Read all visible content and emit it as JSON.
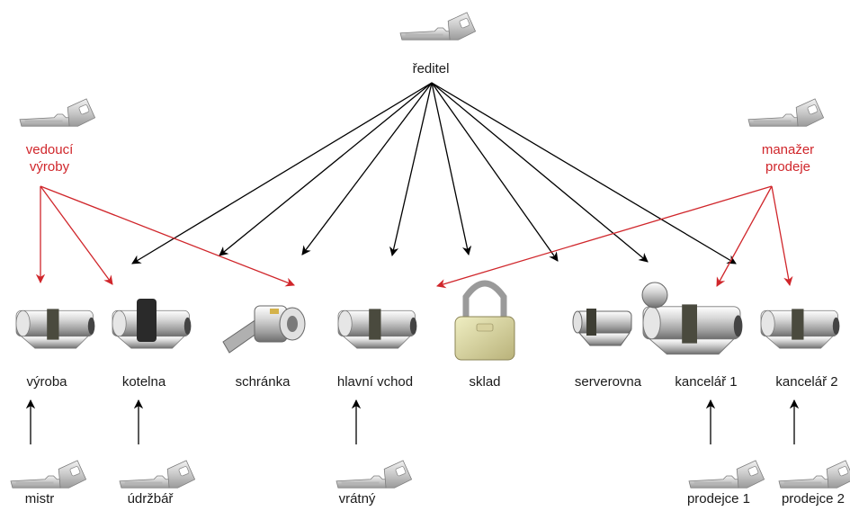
{
  "colors": {
    "director_arrow": "#000000",
    "manager_arrow": "#d0262b",
    "label_text": "#1a1a1a",
    "manager_text": "#d0262b"
  },
  "keys": {
    "director": {
      "label": "ředitel",
      "icon": "key-icon"
    },
    "production_manager": {
      "label_line1": "vedoucí",
      "label_line2": "výroby",
      "icon": "key-icon"
    },
    "sales_manager": {
      "label_line1": "manažer",
      "label_line2": "prodeje",
      "icon": "key-icon"
    },
    "foreman": {
      "label": "mistr",
      "icon": "key-icon"
    },
    "maintenance": {
      "label": "údržbář",
      "icon": "key-icon"
    },
    "porter": {
      "label": "vrátný",
      "icon": "key-icon"
    },
    "salesperson1": {
      "label": "prodejce 1",
      "icon": "key-icon"
    },
    "salesperson2": {
      "label": "prodejce 2",
      "icon": "key-icon"
    }
  },
  "locks": {
    "production": {
      "label": "výroba",
      "icon": "lock-cylinder-icon"
    },
    "boiler_room": {
      "label": "kotelna",
      "icon": "lock-cylinder-knob-icon"
    },
    "mailbox": {
      "label": "schránka",
      "icon": "mailbox-lock-icon"
    },
    "main_entrance": {
      "label": "hlavní vchod",
      "icon": "lock-cylinder-icon"
    },
    "warehouse": {
      "label": "sklad",
      "icon": "padlock-icon"
    },
    "server_room": {
      "label": "serverovna",
      "icon": "half-cylinder-icon"
    },
    "office1": {
      "label": "kancelář 1",
      "icon": "lock-cylinder-thumbturn-icon"
    },
    "office2": {
      "label": "kancelář 2",
      "icon": "lock-cylinder-icon"
    }
  }
}
